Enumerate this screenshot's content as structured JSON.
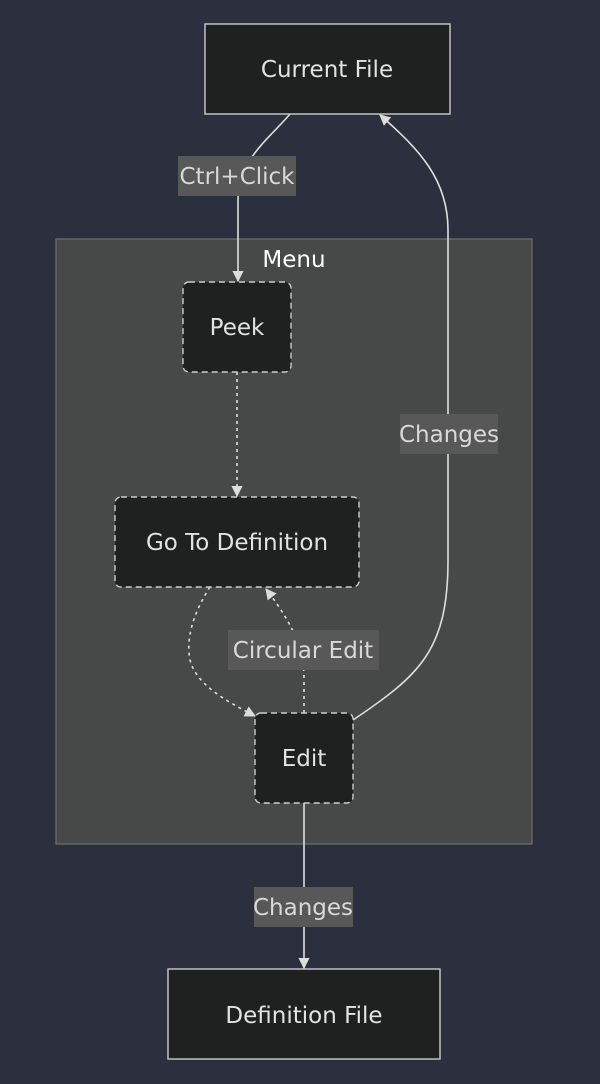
{
  "diagram": {
    "type": "flowchart",
    "cluster": {
      "title": "Menu"
    },
    "nodes": {
      "current_file": {
        "label": "Current File"
      },
      "peek": {
        "label": "Peek"
      },
      "go_to_definition": {
        "label": "Go To Definition"
      },
      "edit": {
        "label": "Edit"
      },
      "definition_file": {
        "label": "Definition File"
      }
    },
    "edges": {
      "current_to_peek": {
        "label": "Ctrl+Click",
        "from": "Current File",
        "to": "Peek",
        "style": "solid"
      },
      "peek_to_goto": {
        "label": "",
        "from": "Peek",
        "to": "Go To Definition",
        "style": "dotted"
      },
      "goto_to_edit": {
        "label": "",
        "from": "Go To Definition",
        "to": "Edit",
        "style": "dotted"
      },
      "edit_to_goto": {
        "label": "Circular Edit",
        "from": "Edit",
        "to": "Go To Definition",
        "style": "dotted"
      },
      "edit_to_current": {
        "label": "Changes",
        "from": "Edit",
        "to": "Current File",
        "style": "solid"
      },
      "edit_to_definition": {
        "label": "Changes",
        "from": "Edit",
        "to": "Definition File",
        "style": "solid"
      }
    },
    "colors": {
      "background": "#2b2f3e",
      "cluster_fill": "#474949",
      "cluster_border": "#6e7071",
      "node_fill": "#1f2020",
      "node_border": "#cccccc",
      "edge": "#dddddd",
      "label_bg": "#585858"
    }
  }
}
